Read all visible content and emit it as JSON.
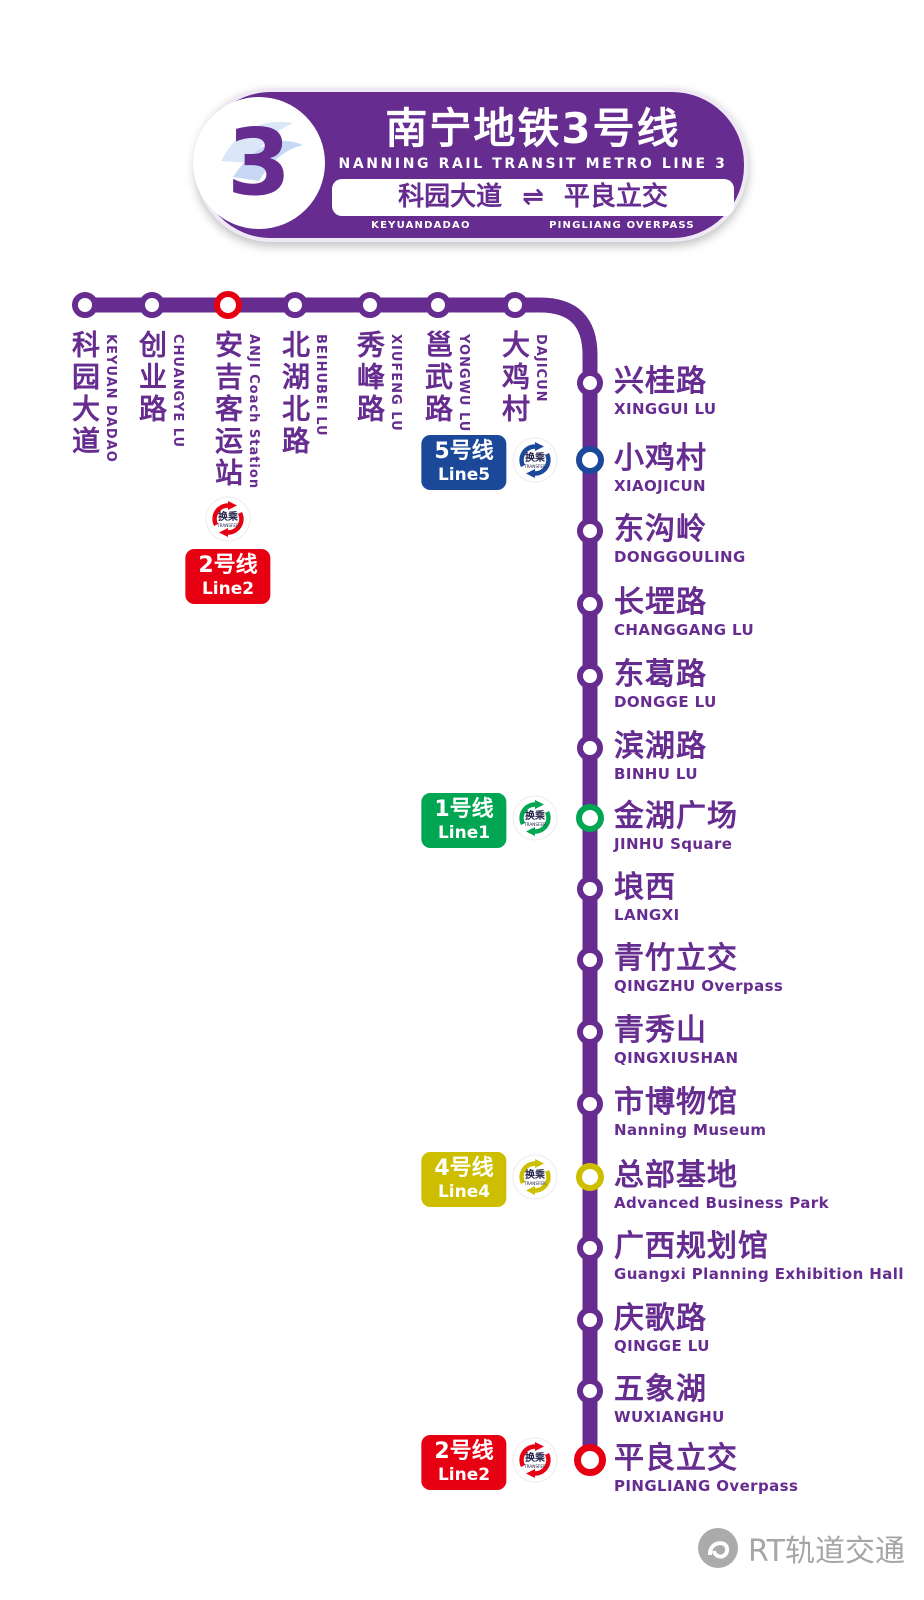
{
  "header": {
    "line_number": "3",
    "title": "南宁地铁3号线",
    "subtitle": "NANNING RAIL TRANSIT METRO LINE 3",
    "terminus_left": "科园大道",
    "arrow": "⇌",
    "terminus_right": "平良立交",
    "terminus_left_en": "KEYUANDADAO",
    "terminus_right_en": "PINGLIANG OVERPASS"
  },
  "line_color": "#662C90",
  "transfer_lines": {
    "line1": {
      "label_cn": "1号线",
      "label_en": "Line1",
      "color": "#00A651"
    },
    "line2": {
      "label_cn": "2号线",
      "label_en": "Line2",
      "color": "#E60012"
    },
    "line4": {
      "label_cn": "4号线",
      "label_en": "Line4",
      "color": "#CDBF00"
    },
    "line5": {
      "label_cn": "5号线",
      "label_en": "Line5",
      "color": "#1C4899"
    }
  },
  "transfer_icon": {
    "label_cn": "换乘",
    "label_en": "TRANSFER"
  },
  "stations_horizontal": [
    {
      "name_cn": "科园大道",
      "name_en": "KEYUAN DADAO"
    },
    {
      "name_cn": "创业路",
      "name_en": "CHUANGYE LU"
    },
    {
      "name_cn": "安吉客运站",
      "name_en": "ANJI Coach Station",
      "transfer": "line2"
    },
    {
      "name_cn": "北湖北路",
      "name_en": "BEIHUBEI LU"
    },
    {
      "name_cn": "秀峰路",
      "name_en": "XIUFENG LU"
    },
    {
      "name_cn": "邕武路",
      "name_en": "YONGWU LU"
    },
    {
      "name_cn": "大鸡村",
      "name_en": "DAJICUN"
    }
  ],
  "stations_vertical": [
    {
      "name_cn": "兴桂路",
      "name_en": "XINGGUI LU"
    },
    {
      "name_cn": "小鸡村",
      "name_en": "XIAOJICUN",
      "transfer": "line5"
    },
    {
      "name_cn": "东沟岭",
      "name_en": "DONGGOULING"
    },
    {
      "name_cn": "长堽路",
      "name_en": "CHANGGANG LU"
    },
    {
      "name_cn": "东葛路",
      "name_en": "DONGGE LU"
    },
    {
      "name_cn": "滨湖路",
      "name_en": "BINHU LU"
    },
    {
      "name_cn": "金湖广场",
      "name_en": "JINHU Square",
      "transfer": "line1"
    },
    {
      "name_cn": "埌西",
      "name_en": "LANGXI"
    },
    {
      "name_cn": "青竹立交",
      "name_en": "QINGZHU Overpass"
    },
    {
      "name_cn": "青秀山",
      "name_en": "QINGXIUSHAN"
    },
    {
      "name_cn": "市博物馆",
      "name_en": "Nanning Museum"
    },
    {
      "name_cn": "总部基地",
      "name_en": "Advanced Business Park",
      "transfer": "line4"
    },
    {
      "name_cn": "广西规划馆",
      "name_en": "Guangxi Planning Exhibition Hall"
    },
    {
      "name_cn": "庆歌路",
      "name_en": "QINGGE LU"
    },
    {
      "name_cn": "五象湖",
      "name_en": "WUXIANGHU"
    },
    {
      "name_cn": "平良立交",
      "name_en": "PINGLIANG Overpass",
      "transfer": "line2"
    }
  ],
  "watermark": {
    "text": "RT轨道交通"
  }
}
